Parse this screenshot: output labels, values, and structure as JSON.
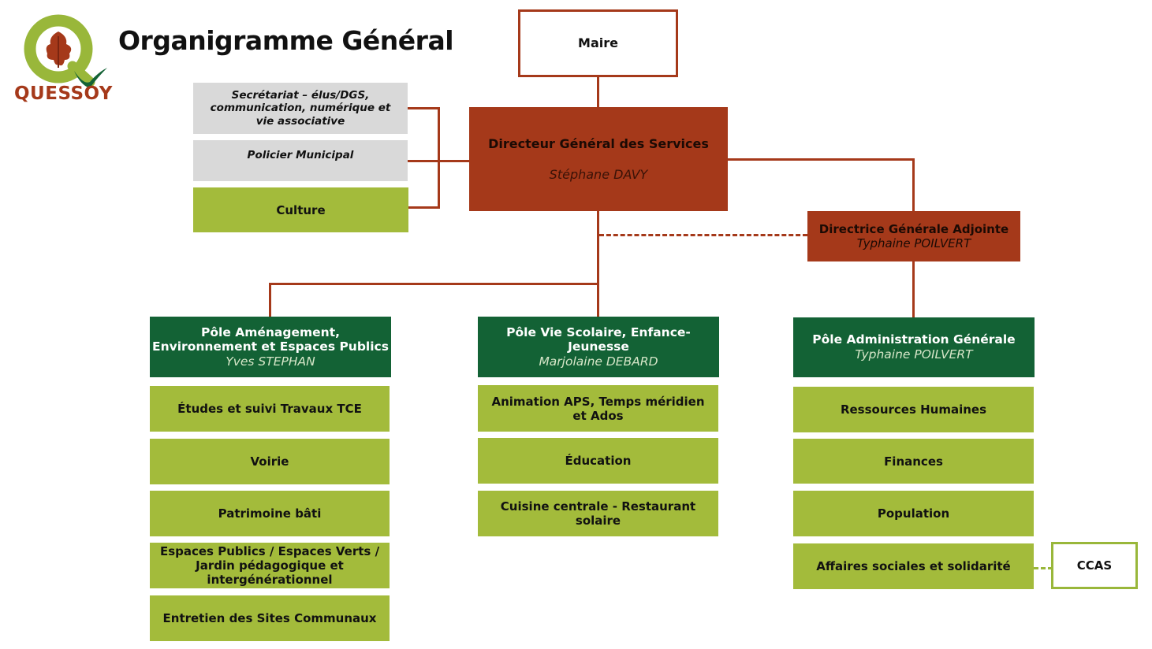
{
  "logo": {
    "text": "QUESSOY",
    "icon": "oak-leaf-q-logo"
  },
  "title": "Organigramme Général",
  "colors": {
    "rust": "#a5391a",
    "dark_green": "#136235",
    "light_green": "#a3bb3b",
    "grey": "#d9d9d9"
  },
  "maire": {
    "label": "Maire"
  },
  "dgs": {
    "title": "Directeur Général des Services",
    "name": "Stéphane DAVY"
  },
  "dga": {
    "title": "Directrice Générale Adjointe",
    "name": "Typhaine POILVERT"
  },
  "attached": [
    {
      "label": "Secrétariat – élus/DGS, communication, numérique et vie associative"
    },
    {
      "label": "Policier Municipal"
    },
    {
      "label": "Culture"
    }
  ],
  "poles": [
    {
      "title": "Pôle  Aménagement, Environnement et Espaces Publics",
      "name": "Yves STEPHAN",
      "services": [
        "Études et suivi Travaux TCE",
        "Voirie",
        "Patrimoine bâti",
        "Espaces Publics / Espaces Verts / Jardin pédagogique et intergénérationnel",
        "Entretien des Sites Communaux"
      ]
    },
    {
      "title": "Pôle Vie Scolaire, Enfance-Jeunesse",
      "name": "Marjolaine DEBARD",
      "services": [
        "Animation APS, Temps méridien et Ados",
        "Éducation",
        "Cuisine centrale - Restaurant solaire"
      ]
    },
    {
      "title": "Pôle Administration Générale",
      "name": "Typhaine POILVERT",
      "services": [
        "Ressources Humaines",
        "Finances",
        "Population",
        "Affaires sociales et solidarité"
      ]
    }
  ],
  "ccas": {
    "label": "CCAS"
  }
}
